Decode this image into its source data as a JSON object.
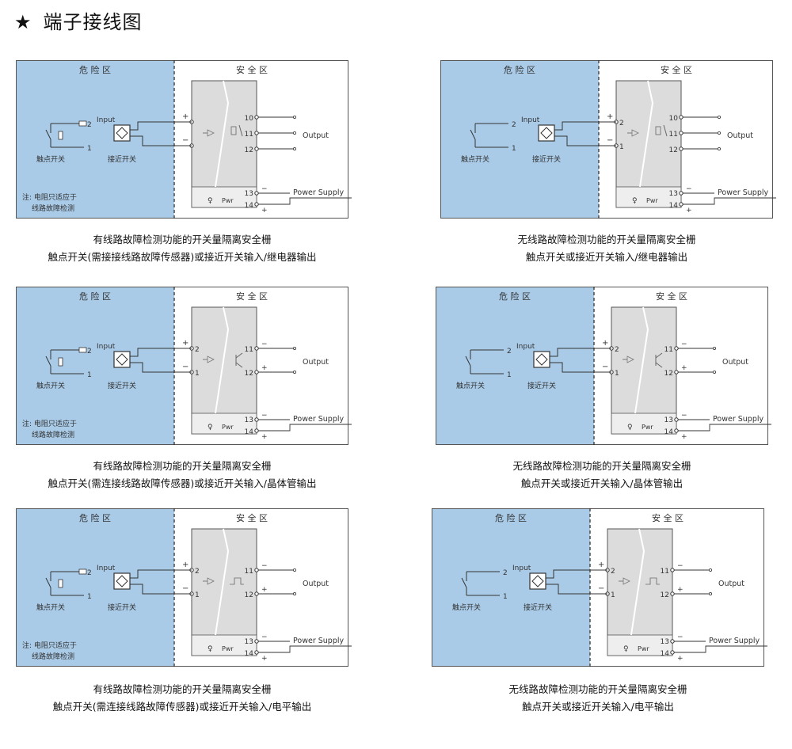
{
  "page": {
    "star": "★",
    "title": "端子接线图"
  },
  "labels": {
    "danger_zone": "危 险 区",
    "safe_zone": "安 全 区",
    "input": "Input",
    "output": "Output",
    "power_supply": "Power Supply",
    "pwr": "Pwr",
    "contact_switch": "触点开关",
    "proximity_switch": "接近开关",
    "note_line1": "注: 电阻只适应于",
    "note_line2": "线路故障检测",
    "plus": "+",
    "minus": "−"
  },
  "panels": [
    {
      "id": "relay-with-lfd",
      "line_fault": true,
      "output": "relay",
      "terminals": {
        "in_plus": "",
        "in_minus": "",
        "out_a": "10",
        "out_b": "11",
        "out_c": "12",
        "p1": "13",
        "p2": "14",
        "sw_top": "2",
        "sw_bot": "1"
      },
      "caption1": "有线路故障检测功能的开关量隔离安全栅",
      "caption2": "触点开关(需接接线路故障传感器)或接近开关输入/继电器输出"
    },
    {
      "id": "relay-no-lfd",
      "line_fault": false,
      "output": "relay",
      "terminals": {
        "in_plus": "2",
        "in_minus": "1",
        "out_a": "10",
        "out_b": "11",
        "out_c": "12",
        "p1": "13",
        "p2": "14",
        "sw_top": "2",
        "sw_bot": "1"
      },
      "caption1": "无线路故障检测功能的开关量隔离安全栅",
      "caption2": "触点开关或接近开关输入/继电器输出"
    },
    {
      "id": "transistor-with-lfd",
      "line_fault": true,
      "output": "transistor",
      "terminals": {
        "in_plus": "2",
        "in_minus": "1",
        "out_a": "11",
        "out_b": "12",
        "p1": "13",
        "p2": "14",
        "sw_top": "2",
        "sw_bot": "1"
      },
      "caption1": "有线路故障检测功能的开关量隔离安全栅",
      "caption2": "触点开关(需连接线路故障传感器)或接近开关输入/晶体管输出"
    },
    {
      "id": "transistor-no-lfd",
      "line_fault": false,
      "output": "transistor",
      "terminals": {
        "in_plus": "2",
        "in_minus": "1",
        "out_a": "11",
        "out_b": "12",
        "p1": "13",
        "p2": "14",
        "sw_top": "2",
        "sw_bot": "1"
      },
      "caption1": "无线路故障检测功能的开关量隔离安全栅",
      "caption2": "触点开关或接近开关输入/晶体管输出"
    },
    {
      "id": "level-with-lfd",
      "line_fault": true,
      "output": "level",
      "terminals": {
        "in_plus": "2",
        "in_minus": "1",
        "out_a": "11",
        "out_b": "12",
        "p1": "13",
        "p2": "14",
        "sw_top": "2",
        "sw_bot": "1"
      },
      "caption1": "有线路故障检测功能的开关量隔离安全栅",
      "caption2": "触点开关(需连接线路故障传感器)或接近开关输入/电平输出"
    },
    {
      "id": "level-no-lfd",
      "line_fault": false,
      "output": "level",
      "terminals": {
        "in_plus": "2",
        "in_minus": "1",
        "out_a": "11",
        "out_b": "12",
        "p1": "13",
        "p2": "14",
        "sw_top": "2",
        "sw_bot": "1"
      },
      "caption1": "无线路故障检测功能的开关量隔离安全栅",
      "caption2": "触点开关或接近开关输入/电平输出"
    }
  ],
  "colors": {
    "hazard_fill": "#a9cbe8",
    "border": "#555555",
    "module_fill": "#dcdcdc",
    "line": "#333333"
  }
}
